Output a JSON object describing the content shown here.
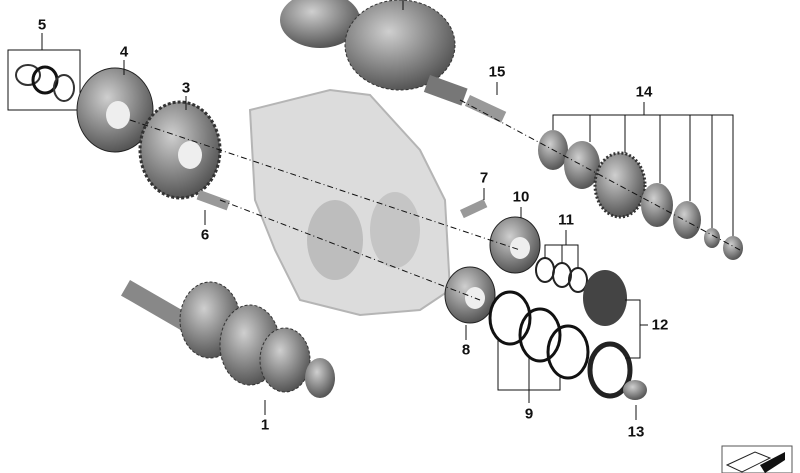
{
  "diagram": {
    "parts": [
      {
        "number": "1",
        "part": "main-shaft"
      },
      {
        "number": "3",
        "part": "gear"
      },
      {
        "number": "4",
        "part": "hub"
      },
      {
        "number": "5",
        "part": "circlip-set"
      },
      {
        "number": "6",
        "part": "bolt"
      },
      {
        "number": "7",
        "part": "bolt"
      },
      {
        "number": "8",
        "part": "bearing"
      },
      {
        "number": "9",
        "part": "seal-rings"
      },
      {
        "number": "10",
        "part": "bearing"
      },
      {
        "number": "11",
        "part": "snap-rings"
      },
      {
        "number": "12",
        "part": "cover-and-ring"
      },
      {
        "number": "13",
        "part": "bolt"
      },
      {
        "number": "14",
        "part": "shim-and-gear-set"
      },
      {
        "number": "15",
        "part": "bolt"
      }
    ]
  },
  "colors": {
    "metal": "#6f6f6f",
    "housing": "#d9d9d9",
    "line": "#111111"
  }
}
